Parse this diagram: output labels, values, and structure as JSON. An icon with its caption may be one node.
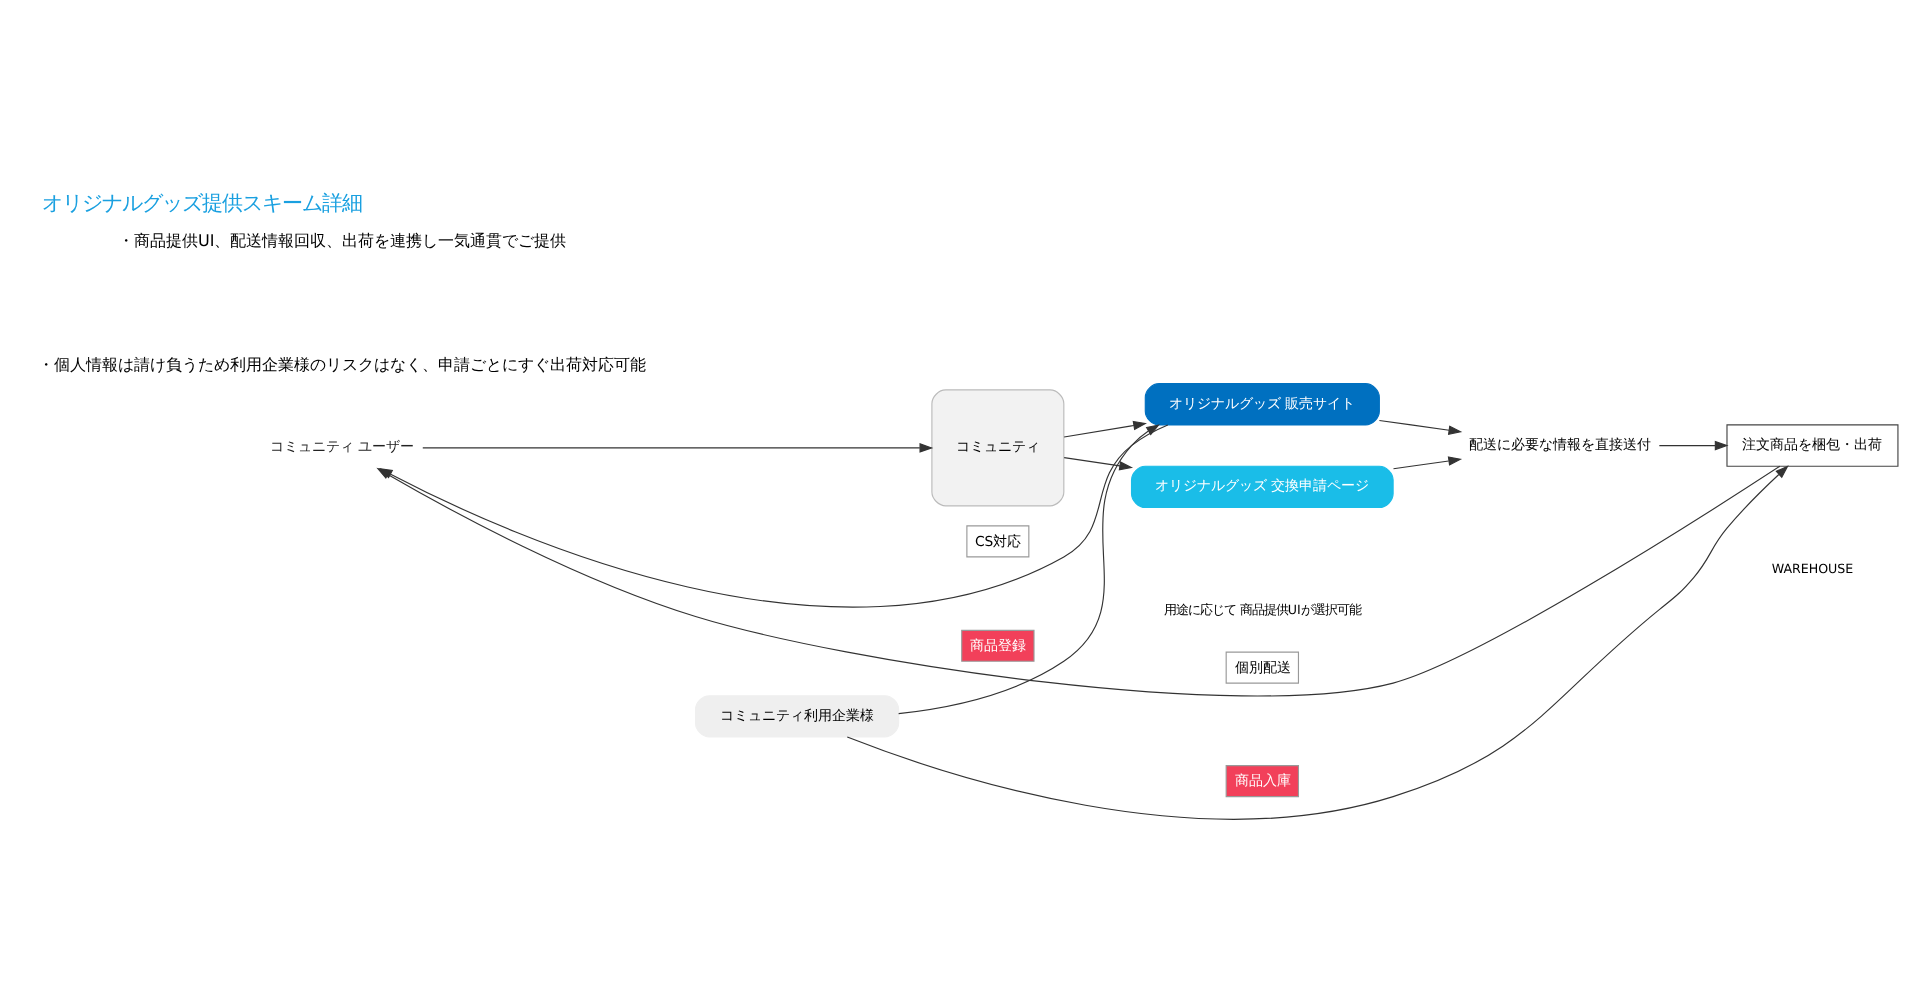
{
  "diagram": {
    "title": "オリジナルグッズ提供スキーム詳細",
    "nodes": [
      {
        "text": [
          "コミュニティ ユーザー"
        ]
      },
      {
        "text": [
          "コミュニティ"
        ]
      },
      {
        "text": [
          "オリジナルグッズ 販売サイト"
        ]
      },
      {
        "text": [
          "オリジナルグッズ 交換申請ページ"
        ]
      },
      {
        "text": [
          "配送に必要な情報を直接送付"
        ]
      },
      {
        "text": [
          "注文商品を梱包・出荷"
        ]
      },
      {
        "text": [
          "コミュニティ利用企業様"
        ]
      }
    ],
    "edges": [
      {
        "from": 0,
        "to": 1,
        "arrow": "to"
      },
      {
        "from": 1,
        "to": 2,
        "arrow": "to"
      },
      {
        "from": 1,
        "to": 3,
        "arrow": "to"
      },
      {
        "from": 2,
        "to": 4,
        "arrow": "to"
      },
      {
        "from": 3,
        "to": 4,
        "arrow": "to"
      },
      {
        "from": 4,
        "to": 5,
        "arrow": "to"
      },
      {
        "from": 2,
        "to": 0,
        "arrow": "to",
        "label": "CS対応"
      },
      {
        "from": 6,
        "to": 2,
        "arrow": "to",
        "label": "商品登録"
      },
      {
        "from": 6,
        "to": 5,
        "arrow": "to",
        "label": "商品入庫"
      },
      {
        "from": 5,
        "to": 0,
        "arrow": "to",
        "label": "個別配送"
      }
    ],
    "labels": [
      "・商品提供UI、配送情報回収、出荷を連携し一気通貫でご提供",
      "・個人情報は請け負うため利用企業様のリスクはなく、申請ごとにすぐ出荷対応可能",
      "用途に応じて 商品提供UIが選択可能",
      "WAREHOUSE"
    ]
  }
}
